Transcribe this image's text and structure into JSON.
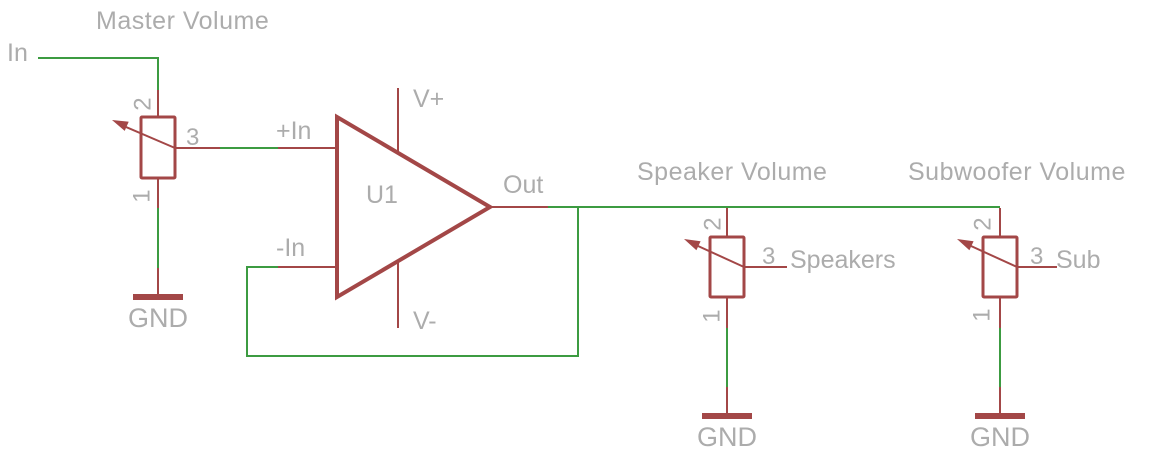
{
  "colors": {
    "wire": "#3c9b41",
    "component": "#a34747",
    "text": "#acacac",
    "bg": "#ffffff"
  },
  "schematic": {
    "input_label": "In",
    "master": {
      "title": "Master Volume",
      "pin1": "1",
      "pin2": "2",
      "pin3": "3",
      "gnd": "GND"
    },
    "opamp": {
      "name": "U1",
      "in_plus": "+In",
      "in_minus": "-In",
      "v_plus": "V+",
      "v_minus": "V-",
      "out": "Out"
    },
    "speaker": {
      "title": "Speaker Volume",
      "pin1": "1",
      "pin2": "2",
      "pin3": "3",
      "net": "Speakers",
      "gnd": "GND"
    },
    "sub": {
      "title": "Subwoofer Volume",
      "pin1": "1",
      "pin2": "2",
      "pin3": "3",
      "net": "Sub",
      "gnd": "GND"
    }
  }
}
